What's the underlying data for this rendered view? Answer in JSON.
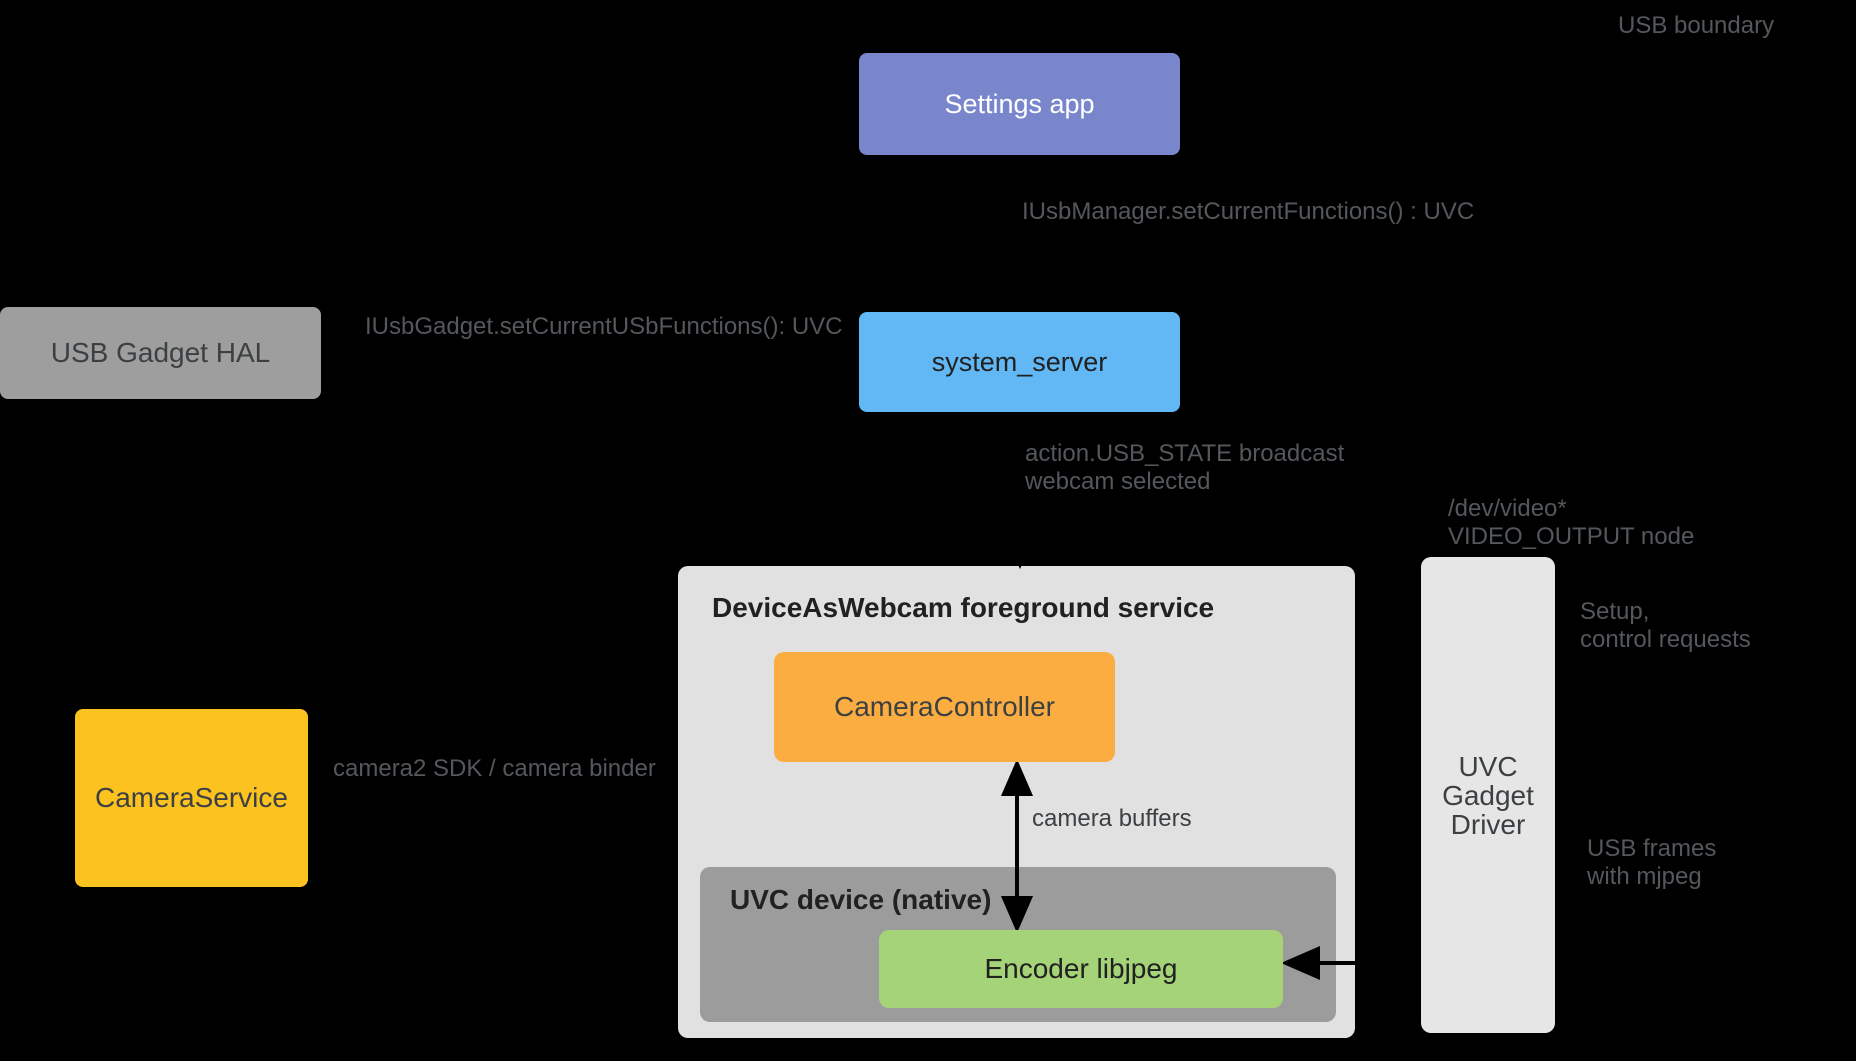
{
  "diagram": {
    "boundary_label": "USB boundary",
    "nodes": {
      "settings_app": {
        "label": "Settings app"
      },
      "system_server": {
        "label": "system_server"
      },
      "usb_gadget_hal": {
        "label": "USB Gadget HAL"
      },
      "camera_service": {
        "label": "CameraService"
      },
      "daw_service": {
        "title": "DeviceAsWebcam foreground service"
      },
      "camera_controller": {
        "label": "CameraController"
      },
      "uvc_native": {
        "title": "UVC device (native)"
      },
      "encoder": {
        "label": "Encoder libjpeg"
      },
      "uvc_gadget_driver": {
        "line1": "UVC",
        "line2": "Gadget",
        "line3": "Driver"
      }
    },
    "edge_labels": {
      "iusbmanager": "IUsbManager.setCurrentFunctions() : UVC",
      "iusbgadget": "IUsbGadget.setCurrentUSbFunctions(): UVC",
      "usb_state_line1": "action.USB_STATE broadcast",
      "usb_state_line2": "webcam selected",
      "dev_video_line1": "/dev/video*",
      "dev_video_line2": "VIDEO_OUTPUT node",
      "setup_line1": "Setup,",
      "setup_line2": "control requests",
      "camera2_sdk": "camera2 SDK / camera binder",
      "camera_buffers": "camera buffers",
      "usb_frames_line1": "USB frames",
      "usb_frames_line2": "with mjpeg"
    },
    "colors": {
      "background": "#000000",
      "settings_app": "#7986CB",
      "system_server": "#62B7F5",
      "usb_gadget_hal": "#9E9E9E",
      "camera_service": "#FCC220",
      "camera_controller": "#FBAD41",
      "encoder": "#A5D378",
      "daw_container": "#E1E1E1",
      "uvc_native": "#9C9C9C",
      "uvc_gadget_driver": "#E6E6E6",
      "label_gray": "#54585C",
      "dark_text": "#3C4043",
      "near_black_text": "#212121",
      "arrow": "#000000"
    }
  }
}
